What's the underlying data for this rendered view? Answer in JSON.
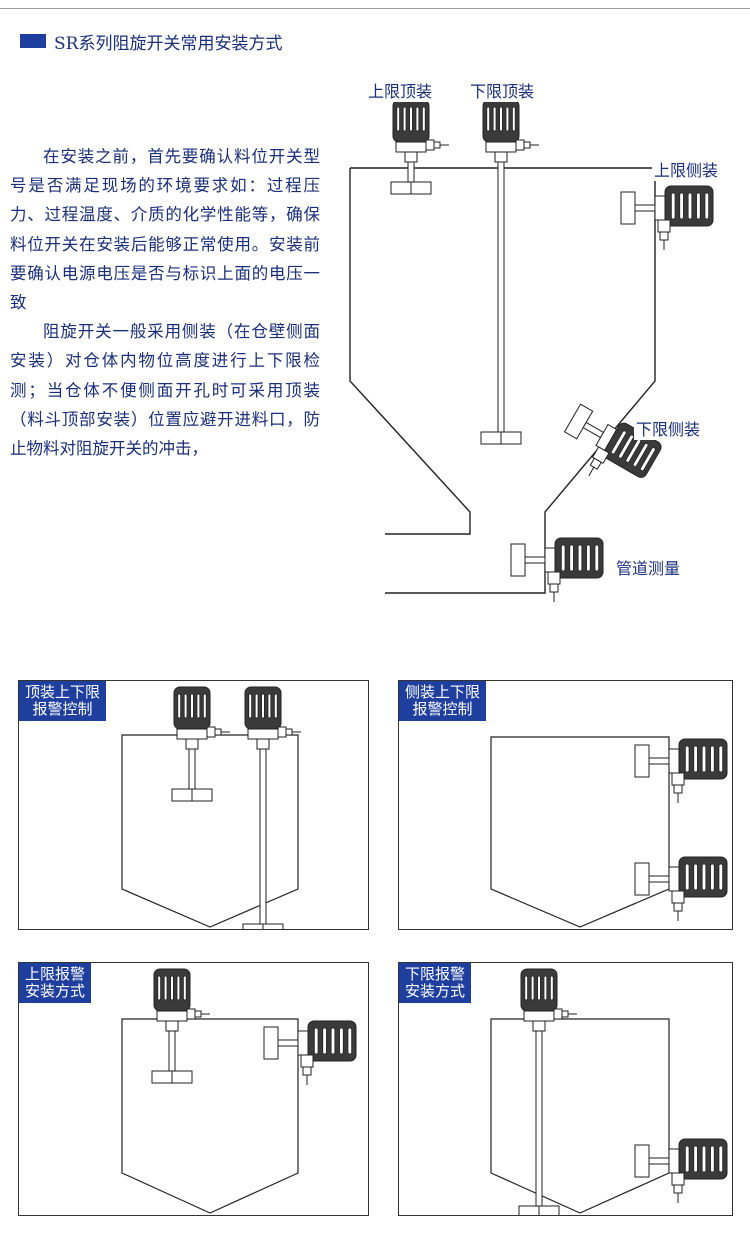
{
  "header": {
    "title": "SR系列阻旋开关常用安装方式",
    "accent_color": "#1f3f9e"
  },
  "intro": {
    "paragraphs": [
      "在安装之前，首先要确认料位开关型号是否满足现场的环境要求如：过程压力、过程温度、介质的化学性能等，确保料位开关在安装后能够正常使用。安装前要确认电源电压是否与标识上面的电压一致",
      "阻旋开关一般采用侧装（在仓壁侧面安装）对仓体内物位高度进行上下限检测；当仓体不便侧面开孔时可采用顶装（料斗顶部安装）位置应避开进料口，防止物料对阻旋开关的冲击，"
    ]
  },
  "main_diagram": {
    "labels": {
      "top_upper": "上限顶装",
      "top_lower": "下限顶装",
      "side_upper": "上限侧装",
      "side_lower": "下限侧装",
      "pipe": "管道测量"
    }
  },
  "panels": [
    {
      "label": "顶装上下限\n报警控制"
    },
    {
      "label": "侧装上下限\n报警控制"
    },
    {
      "label": "上限报警\n安装方式"
    },
    {
      "label": "下限报警\n安装方式"
    }
  ],
  "colors": {
    "text": "#1a2f7a",
    "label_bg": "#1f3f9e",
    "line": "#222222",
    "device_body": "#3a3a3a"
  }
}
